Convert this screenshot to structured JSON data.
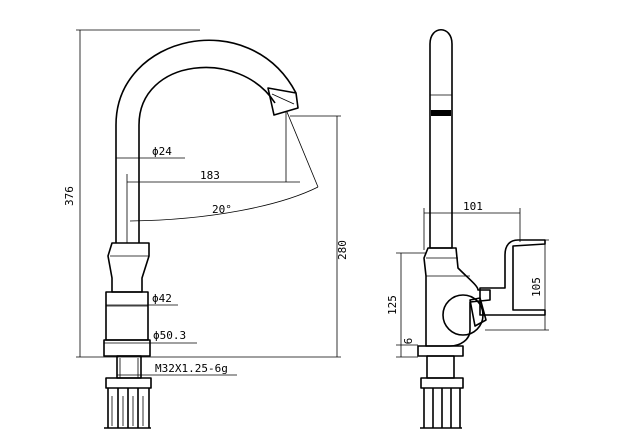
{
  "front_view": {
    "dim_total_height": "376",
    "dim_spout_diameter": "ϕ24",
    "dim_reach": "183",
    "dim_angle": "20°",
    "dim_outlet_height": "280",
    "dim_body_diameter": "ϕ42",
    "dim_base_diameter": "ϕ50.3",
    "dim_thread": "M32X1.25-6g"
  },
  "side_view": {
    "dim_handle_reach": "101",
    "dim_handle_height": "125",
    "dim_handle_size": "105",
    "dim_base_plate": "6"
  }
}
